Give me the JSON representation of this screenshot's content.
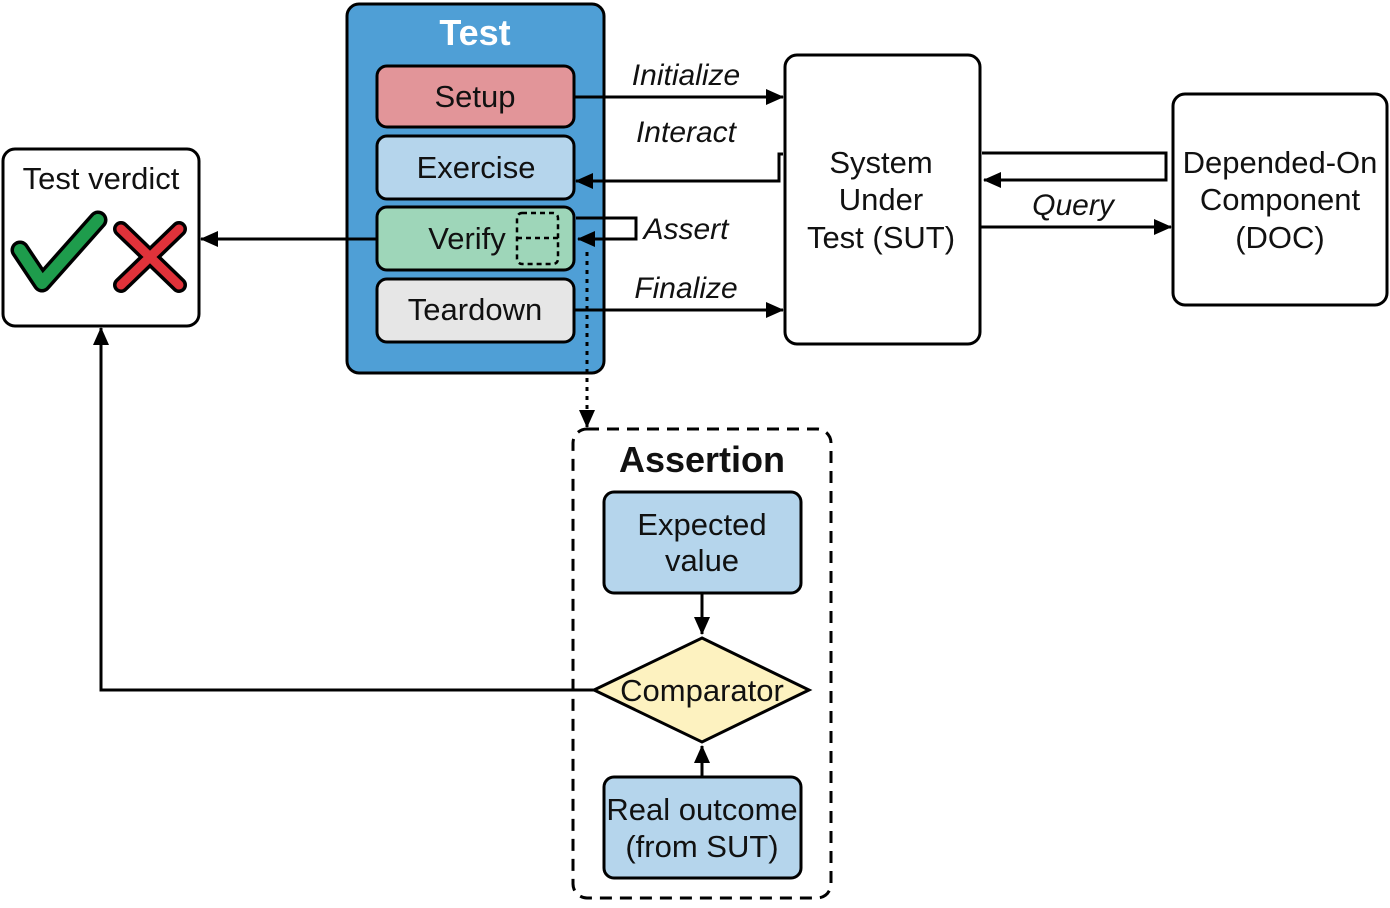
{
  "colors": {
    "test_container": "#4f9fd6",
    "setup": "#e29599",
    "exercise": "#b5d5ec",
    "verify": "#9ed6b9",
    "teardown": "#e6e6e6",
    "expected": "#b5d5ec",
    "comparator": "#fdf2c0",
    "real_outcome": "#b5d5ec",
    "check_green": "#1e9c4c",
    "cross_red": "#e0323a",
    "line": "#000000"
  },
  "test": {
    "title": "Test",
    "setup": "Setup",
    "exercise": "Exercise",
    "verify": "Verify",
    "teardown": "Teardown"
  },
  "verdict": {
    "title": "Test verdict",
    "pass_icon": "check-icon",
    "fail_icon": "cross-icon"
  },
  "sut": {
    "line1": "System",
    "line2": "Under",
    "line3": "Test (SUT)"
  },
  "doc": {
    "line1": "Depended-On",
    "line2": "Component",
    "line3": "(DOC)"
  },
  "edges": {
    "initialize": "Initialize",
    "interact": "Interact",
    "assert": "Assert",
    "finalize": "Finalize",
    "query": "Query"
  },
  "assertion": {
    "title": "Assertion",
    "expected_line1": "Expected",
    "expected_line2": "value",
    "comparator": "Comparator",
    "real_line1": "Real outcome",
    "real_line2": "(from SUT)"
  }
}
